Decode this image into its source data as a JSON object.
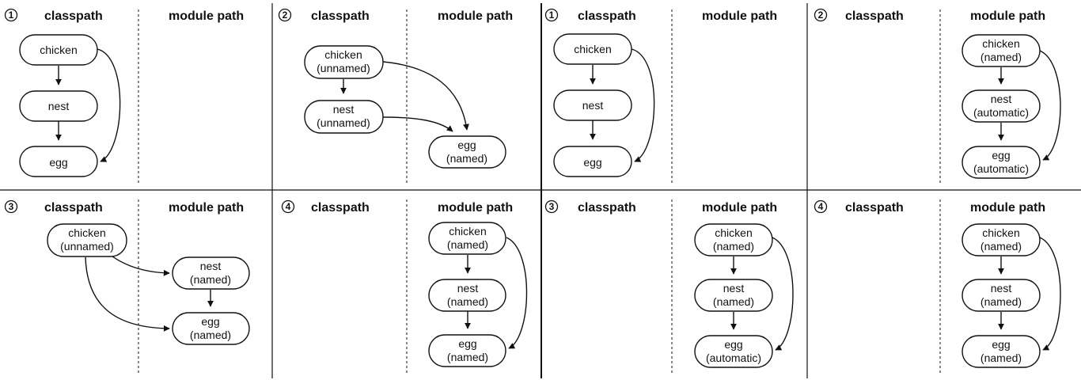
{
  "columns": {
    "classpath": "classpath",
    "module_path": "module path"
  },
  "panels": [
    {
      "id": "L1",
      "number": "1",
      "nodes": [
        {
          "id": "chicken",
          "lines": [
            "chicken"
          ],
          "side": "classpath"
        },
        {
          "id": "nest",
          "lines": [
            "nest"
          ],
          "side": "classpath"
        },
        {
          "id": "egg",
          "lines": [
            "egg"
          ],
          "side": "classpath"
        }
      ],
      "edges": [
        [
          "chicken",
          "nest"
        ],
        [
          "nest",
          "egg"
        ],
        [
          "chicken",
          "egg"
        ]
      ]
    },
    {
      "id": "L2",
      "number": "2",
      "nodes": [
        {
          "id": "chicken",
          "lines": [
            "chicken",
            "(unnamed)"
          ],
          "side": "classpath"
        },
        {
          "id": "nest",
          "lines": [
            "nest",
            "(unnamed)"
          ],
          "side": "classpath"
        },
        {
          "id": "egg",
          "lines": [
            "egg",
            "(named)"
          ],
          "side": "module_path"
        }
      ],
      "edges": [
        [
          "chicken",
          "nest"
        ],
        [
          "chicken",
          "egg"
        ],
        [
          "nest",
          "egg"
        ]
      ]
    },
    {
      "id": "L3",
      "number": "3",
      "nodes": [
        {
          "id": "chicken",
          "lines": [
            "chicken",
            "(unnamed)"
          ],
          "side": "classpath"
        },
        {
          "id": "nest",
          "lines": [
            "nest",
            "(named)"
          ],
          "side": "module_path"
        },
        {
          "id": "egg",
          "lines": [
            "egg",
            "(named)"
          ],
          "side": "module_path"
        }
      ],
      "edges": [
        [
          "chicken",
          "nest"
        ],
        [
          "chicken",
          "egg"
        ],
        [
          "nest",
          "egg"
        ]
      ]
    },
    {
      "id": "L4",
      "number": "4",
      "nodes": [
        {
          "id": "chicken",
          "lines": [
            "chicken",
            "(named)"
          ],
          "side": "module_path"
        },
        {
          "id": "nest",
          "lines": [
            "nest",
            "(named)"
          ],
          "side": "module_path"
        },
        {
          "id": "egg",
          "lines": [
            "egg",
            "(named)"
          ],
          "side": "module_path"
        }
      ],
      "edges": [
        [
          "chicken",
          "nest"
        ],
        [
          "nest",
          "egg"
        ],
        [
          "chicken",
          "egg"
        ]
      ]
    },
    {
      "id": "R1",
      "number": "1",
      "nodes": [
        {
          "id": "chicken",
          "lines": [
            "chicken"
          ],
          "side": "classpath"
        },
        {
          "id": "nest",
          "lines": [
            "nest"
          ],
          "side": "classpath"
        },
        {
          "id": "egg",
          "lines": [
            "egg"
          ],
          "side": "classpath"
        }
      ],
      "edges": [
        [
          "chicken",
          "nest"
        ],
        [
          "nest",
          "egg"
        ],
        [
          "chicken",
          "egg"
        ]
      ]
    },
    {
      "id": "R2",
      "number": "2",
      "nodes": [
        {
          "id": "chicken",
          "lines": [
            "chicken",
            "(named)"
          ],
          "side": "module_path"
        },
        {
          "id": "nest",
          "lines": [
            "nest",
            "(automatic)"
          ],
          "side": "module_path"
        },
        {
          "id": "egg",
          "lines": [
            "egg",
            "(automatic)"
          ],
          "side": "module_path"
        }
      ],
      "edges": [
        [
          "chicken",
          "nest"
        ],
        [
          "nest",
          "egg"
        ],
        [
          "chicken",
          "egg"
        ]
      ]
    },
    {
      "id": "R3",
      "number": "3",
      "nodes": [
        {
          "id": "chicken",
          "lines": [
            "chicken",
            "(named)"
          ],
          "side": "module_path"
        },
        {
          "id": "nest",
          "lines": [
            "nest",
            "(named)"
          ],
          "side": "module_path"
        },
        {
          "id": "egg",
          "lines": [
            "egg",
            "(automatic)"
          ],
          "side": "module_path"
        }
      ],
      "edges": [
        [
          "chicken",
          "nest"
        ],
        [
          "nest",
          "egg"
        ],
        [
          "chicken",
          "egg"
        ]
      ]
    },
    {
      "id": "R4",
      "number": "4",
      "nodes": [
        {
          "id": "chicken",
          "lines": [
            "chicken",
            "(named)"
          ],
          "side": "module_path"
        },
        {
          "id": "nest",
          "lines": [
            "nest",
            "(named)"
          ],
          "side": "module_path"
        },
        {
          "id": "egg",
          "lines": [
            "egg",
            "(named)"
          ],
          "side": "module_path"
        }
      ],
      "edges": [
        [
          "chicken",
          "nest"
        ],
        [
          "nest",
          "egg"
        ],
        [
          "chicken",
          "egg"
        ]
      ]
    }
  ]
}
